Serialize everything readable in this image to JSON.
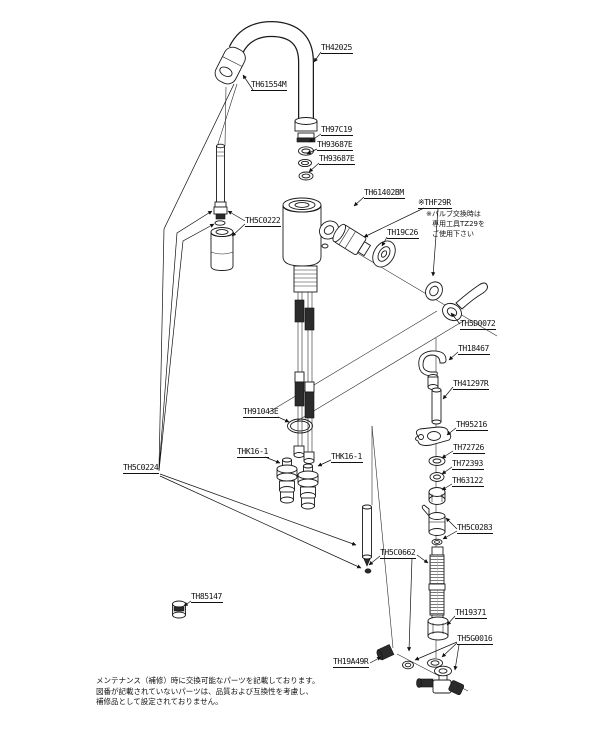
{
  "page": {
    "background": "#ffffff",
    "line_color": "#1a1a1a"
  },
  "part_labels": [
    {
      "text": "TH42025"
    },
    {
      "text": "TH61554M"
    },
    {
      "text": "TH97C19"
    },
    {
      "text": "TH93687E"
    },
    {
      "text": "TH93687E"
    },
    {
      "text": "TH61402BM"
    },
    {
      "text": "※THF29R"
    },
    {
      "text": "TH19C26"
    },
    {
      "text": "TH5C0222"
    },
    {
      "text": "TH5D0072"
    },
    {
      "text": "TH18467"
    },
    {
      "text": "TH41297R"
    },
    {
      "text": "TH95216"
    },
    {
      "text": "TH72726"
    },
    {
      "text": "TH72393"
    },
    {
      "text": "TH63122"
    },
    {
      "text": "TH5C0283"
    },
    {
      "text": "TH5C0662"
    },
    {
      "text": "TH19371"
    },
    {
      "text": "TH5G0016"
    },
    {
      "text": "TH19A49R"
    },
    {
      "text": "TH85147"
    },
    {
      "text": "TH91043E"
    },
    {
      "text": "THK16-1"
    },
    {
      "text": "THK16-1"
    },
    {
      "text": "TH5C0224"
    }
  ],
  "valve_note": {
    "lines": [
      "※バルブ交換時は",
      "専用工具TZ29を",
      "ご使用下さい"
    ]
  },
  "footnote": {
    "lines": [
      "メンテナンス（補修）時に交換可能なパーツを記載しております。",
      "図番が記載されていないパーツは、品質および互換性を考慮し、",
      "補修品として設定されておりません。"
    ]
  }
}
